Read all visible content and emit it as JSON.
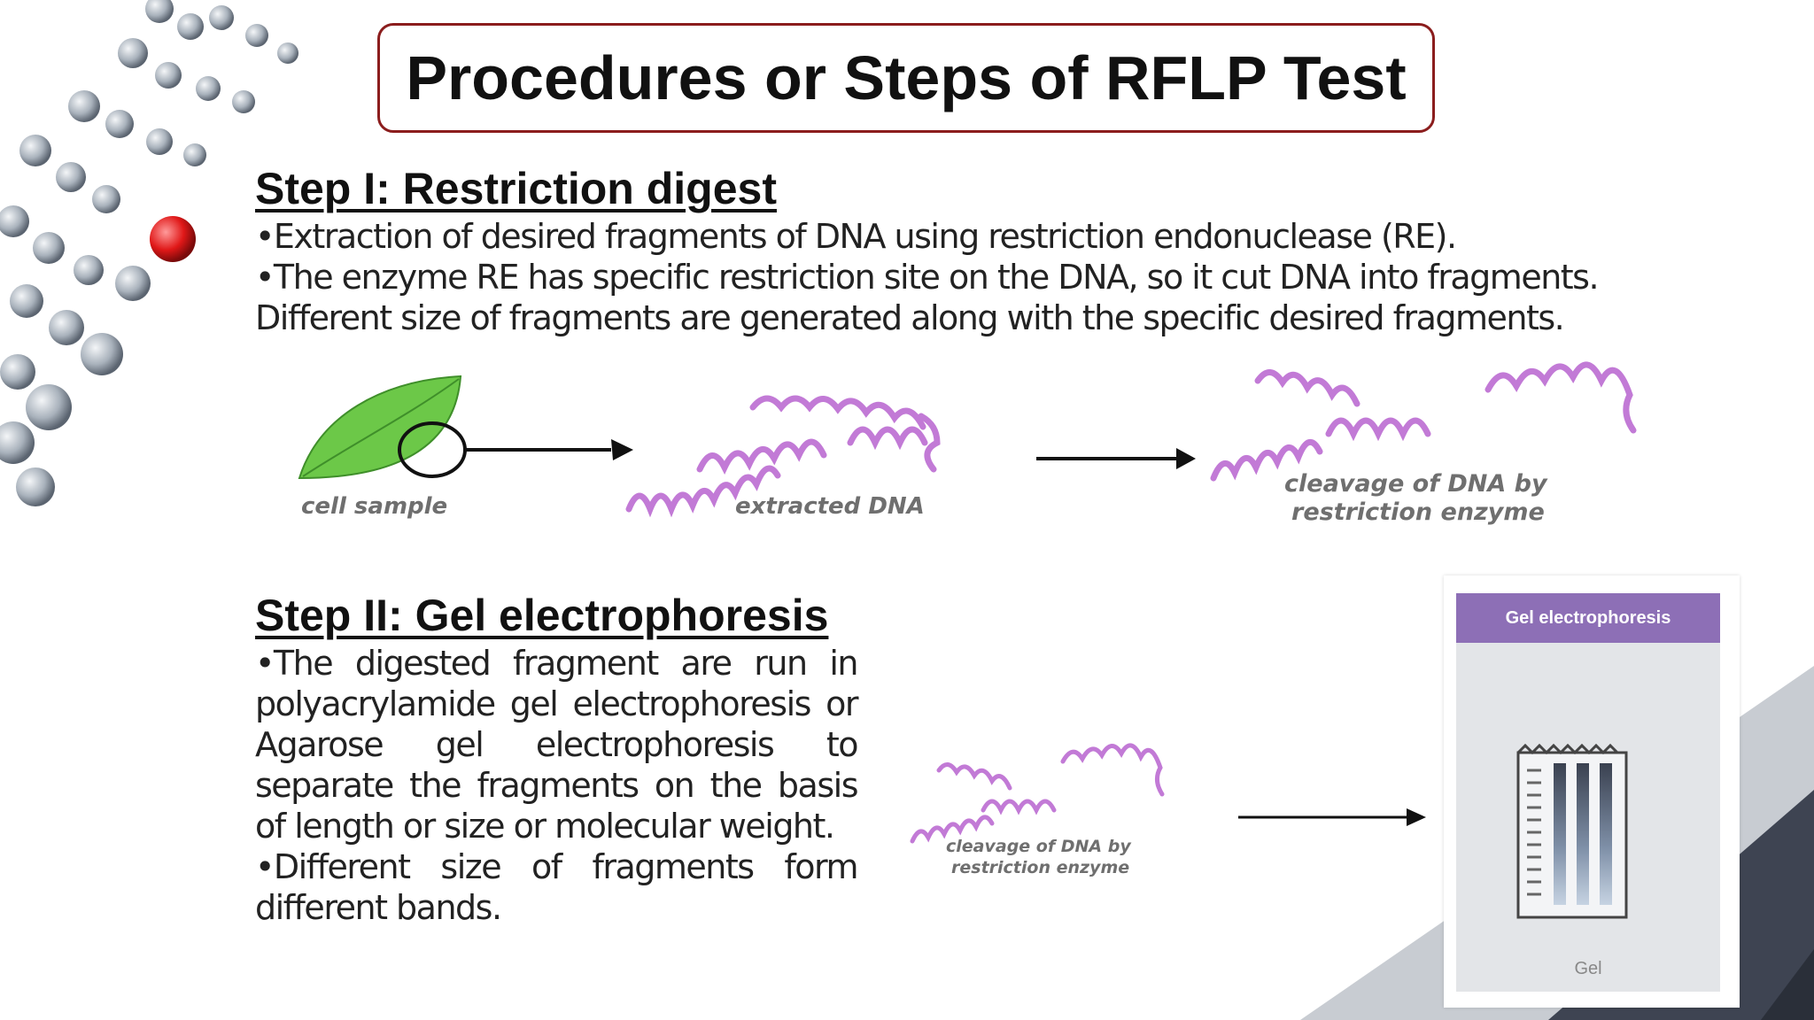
{
  "slide": {
    "title": "Procedures or Steps of RFLP Test",
    "step1": {
      "heading": "Step I: Restriction digest",
      "bullets": [
        "•Extraction of desired fragments of DNA using restriction endonuclease (RE).",
        "•The enzyme RE has specific restriction site on the DNA, so it cut DNA into fragments. Different size of fragments are generated along with the specific desired fragments."
      ],
      "figure": {
        "labels": {
          "cell": "cell sample",
          "extracted": "extracted DNA",
          "cleavage_line1": "cleavage of DNA by",
          "cleavage_line2": "restriction enzyme"
        }
      }
    },
    "step2": {
      "heading": "Step II: Gel electrophoresis",
      "bullets": [
        "•The digested fragment are run in polyacrylamide gel electrophoresis or Agarose gel electrophoresis to separate the fragments on the basis of length or size or molecular weight.",
        "•Different size of fragments form different bands."
      ],
      "figure": {
        "cleavage_line1": "cleavage of DNA by",
        "cleavage_line2": "restriction enzyme",
        "panel_title": "Gel electrophoresis",
        "gel_label": "Gel"
      }
    }
  },
  "colors": {
    "title_border": "#8b1d1d",
    "dna_purple": "#c27ad6",
    "leaf_green": "#5fbf3a",
    "gel_header": "#8d6fb6",
    "dark_slate": "#3e4452"
  },
  "icons": [
    "dna-helix-icon",
    "leaf-icon",
    "arrow-right-icon",
    "gel-tray-icon"
  ]
}
